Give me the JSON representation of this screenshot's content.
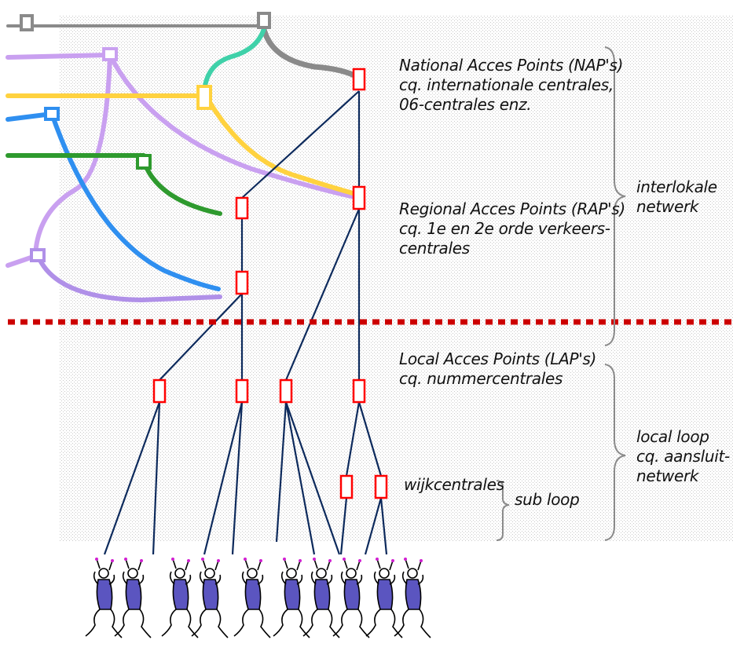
{
  "labels": {
    "nap": [
      "National Acces Points (NAP's)",
      "cq. internationale centrales,",
      "06-centrales enz."
    ],
    "rap": [
      "Regional Acces Points (RAP's)",
      "cq. 1e en 2e orde verkeers-",
      "centrales"
    ],
    "lap": [
      "Local Acces Points (LAP's)",
      "cq. nummercentrales"
    ],
    "wijk": "wijkcentrales",
    "subloop": "sub loop",
    "interlokale": [
      "interlokale",
      "netwerk"
    ],
    "localloop": [
      "local loop",
      "cq. aansluit-",
      "netwerk"
    ]
  },
  "colors": {
    "exchange_box": "#ff0000",
    "link": "#0d2a5c",
    "boundary": "#cc0000",
    "backbone_gray": "#8a8a8a",
    "trunk_teal": "#3fd1a9",
    "trunk_yellow": "#ffd23f",
    "trunk_blue": "#2f8ff0",
    "trunk_green": "#2e9a2e",
    "trunk_violet": "#c9a0f0",
    "user_figure": "#5b55c0"
  },
  "user_figures": 10
}
